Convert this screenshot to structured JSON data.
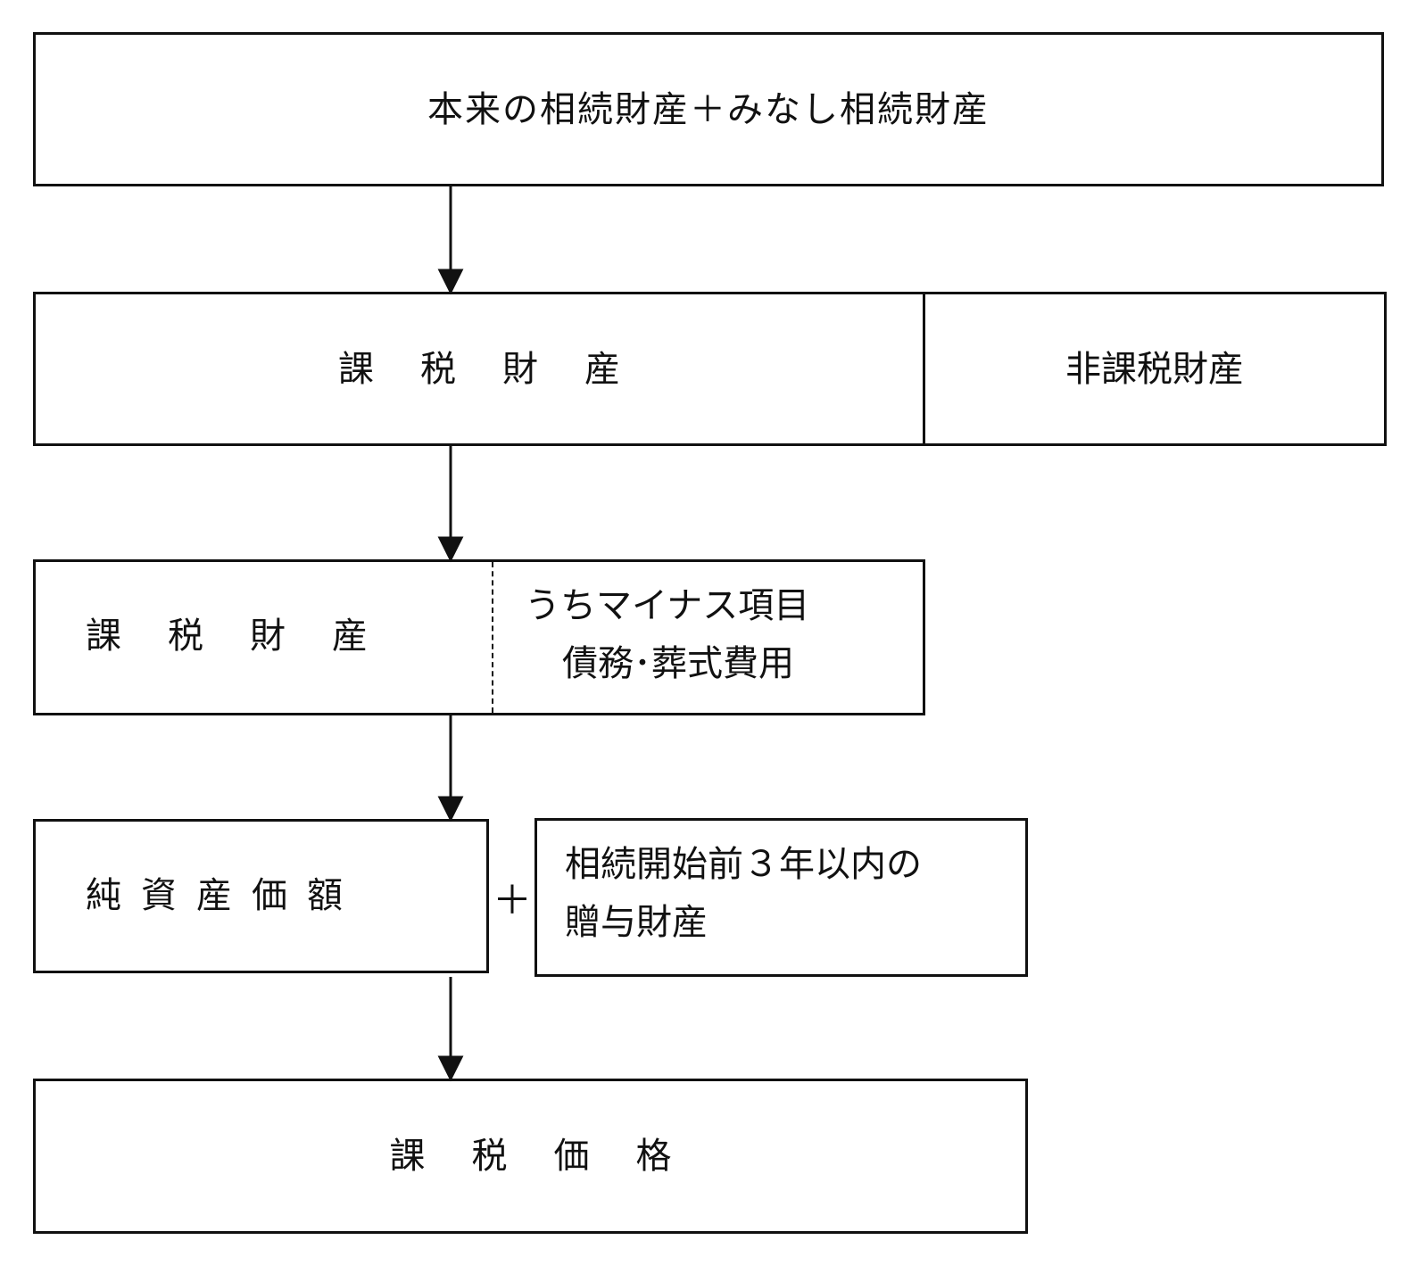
{
  "boxes": {
    "top": {
      "text": "本来の相続財産＋みなし相続財産"
    },
    "taxable": {
      "text": "課税財産"
    },
    "non_taxable": {
      "text": "非課税財産"
    },
    "taxable_detail": {
      "left_text": "課税財産",
      "right_line1": "うちマイナス項目",
      "right_line2": "債務･葬式費用"
    },
    "net_assets": {
      "text": "純資産価額"
    },
    "plus_sign": "＋",
    "gift": {
      "line1": "相続開始前３年以内の",
      "line2": "贈与財産"
    },
    "taxable_value": {
      "text": "課税価格"
    }
  },
  "colors": {
    "stroke": "#111111",
    "background": "#ffffff"
  }
}
